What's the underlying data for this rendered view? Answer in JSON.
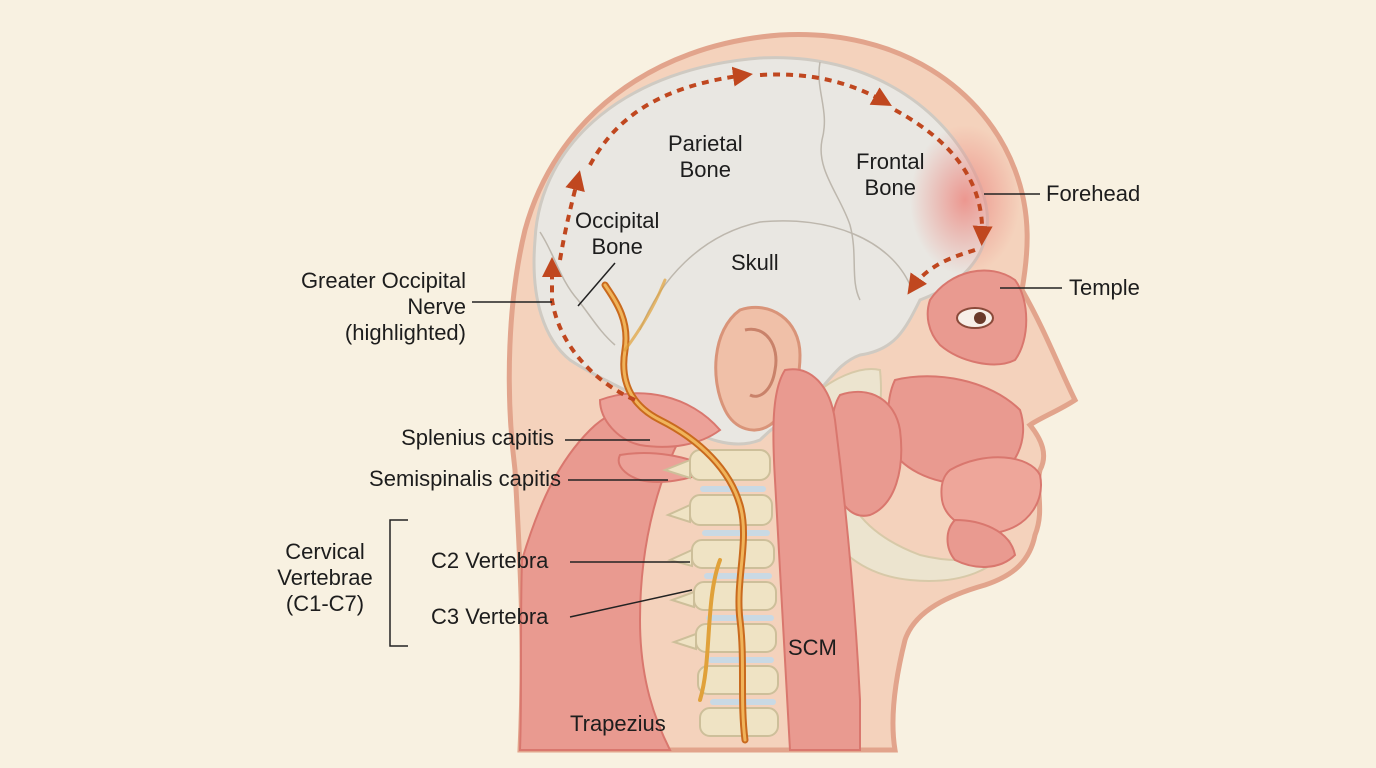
{
  "colors": {
    "background": "#f8f1e1",
    "skin": "#f4d2bc",
    "skin_outline": "#e2a48c",
    "bone": "#e9e7e2",
    "vertebra": "#efe3c4",
    "disc": "#c9d9e4",
    "muscle": "#e99a90",
    "muscle_dark": "#d9776e",
    "nerve": "#e0a13a",
    "nerve_dark": "#c96a1e",
    "arrow": "#c0471f",
    "leader_line": "#222222"
  },
  "icons": {
    "pain_path_arrow": "dashed-arrow-icon",
    "bracket": "bracket-icon"
  },
  "labels": {
    "parietal_bone": {
      "line1": "Parietal",
      "line2": "Bone"
    },
    "frontal_bone": {
      "line1": "Frontal",
      "line2": "Bone"
    },
    "occipital_bone": {
      "line1": "Occipital",
      "line2": "Bone"
    },
    "skull": "Skull",
    "forehead": "Forehead",
    "temple": "Temple",
    "greater_occipital_nerve": {
      "line1": "Greater Occipital",
      "line2": "Nerve",
      "line3": "(highlighted)"
    },
    "splenius_capitis": "Splenius capitis",
    "semispinalis_capitis": "Semispinalis capitis",
    "cervical_vertebrae": {
      "line1": "Cervical",
      "line2": "Vertebrae",
      "line3": "(C1-C7)"
    },
    "c2_vertebra": "C2 Vertebra",
    "c3_vertebra": "C3 Vertebra",
    "scm": "SCM",
    "trapezius": "Trapezius"
  }
}
